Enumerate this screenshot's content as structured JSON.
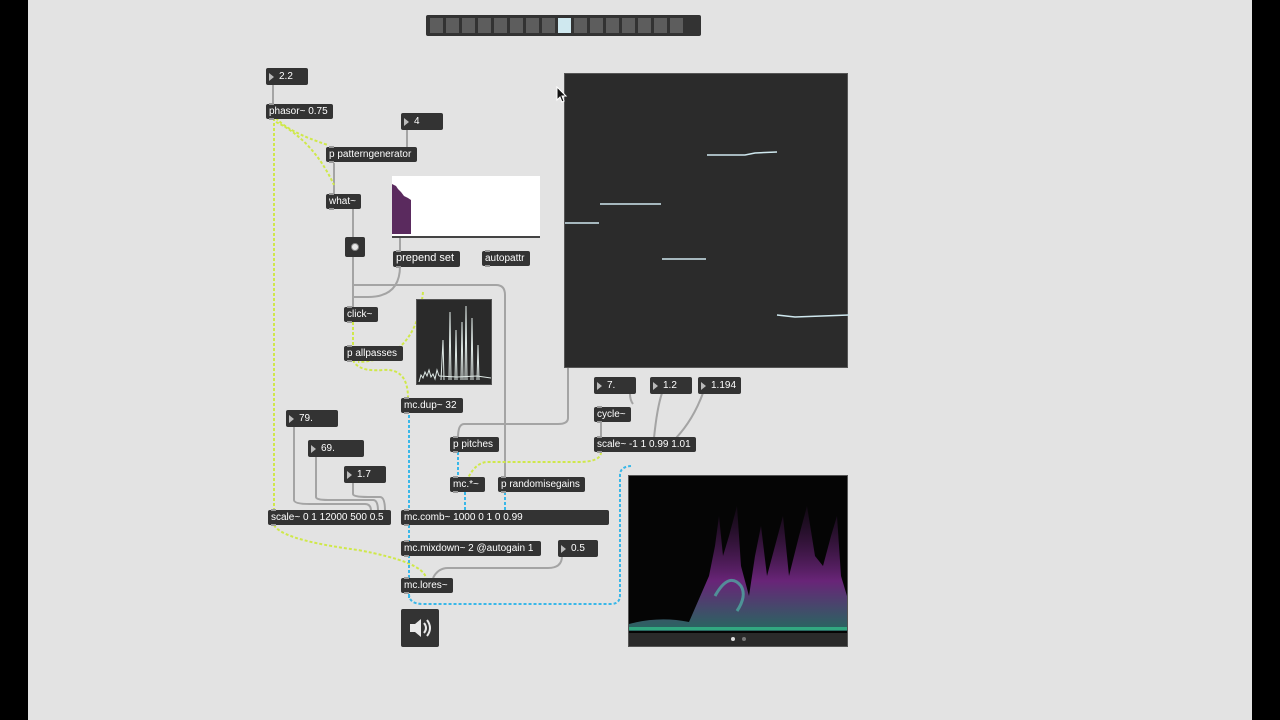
{
  "patcher": {
    "background": "#e3e3e3",
    "pattern_bar": {
      "count": 16,
      "active_index": 8,
      "active_color": "#cfe8ef"
    },
    "number_boxes": [
      {
        "id": "num-rate",
        "value": "2.2"
      },
      {
        "id": "num-pattern",
        "value": "4"
      },
      {
        "id": "num-79",
        "value": "79."
      },
      {
        "id": "num-69",
        "value": "69."
      },
      {
        "id": "num-17",
        "value": "1.7"
      },
      {
        "id": "num-7",
        "value": "7."
      },
      {
        "id": "num-12",
        "value": "1.2"
      },
      {
        "id": "num-1194",
        "value": "1.194"
      },
      {
        "id": "num-05",
        "value": "0.5"
      }
    ],
    "objects": [
      {
        "id": "phasor",
        "label": "phasor~ 0.75"
      },
      {
        "id": "patterngen",
        "label": "p patterngenerator"
      },
      {
        "id": "what",
        "label": "what~"
      },
      {
        "id": "prepend",
        "label": "prepend set"
      },
      {
        "id": "autopattr",
        "label": "autopattr"
      },
      {
        "id": "click",
        "label": "click~"
      },
      {
        "id": "allpasses",
        "label": "p allpasses"
      },
      {
        "id": "mcdup",
        "label": "mc.dup~ 32"
      },
      {
        "id": "pitches",
        "label": "p pitches"
      },
      {
        "id": "mcmul",
        "label": "mc.*~"
      },
      {
        "id": "randgains",
        "label": "p randomisegains"
      },
      {
        "id": "cycle",
        "label": "cycle~"
      },
      {
        "id": "scale-lfo",
        "label": "scale~ -1 1 0.99 1.01"
      },
      {
        "id": "scale-main",
        "label": "scale~ 0 1 12000 500 0.5"
      },
      {
        "id": "mccomb",
        "label": "mc.comb~ 1000 0 1 0 0.99"
      },
      {
        "id": "mcmix",
        "label": "mc.mixdown~ 2 @autogain 1"
      },
      {
        "id": "mclores",
        "label": "mc.lores~"
      }
    ],
    "icons": {
      "speaker": "speaker-icon",
      "toggle": "toggle-icon",
      "cursor": "mouse-pointer-icon"
    },
    "colors": {
      "signal_cable": "#cfe84a",
      "mc_cable": "#39b7e8",
      "control_cable": "#a4a4a4",
      "object_bg": "#333333"
    }
  }
}
